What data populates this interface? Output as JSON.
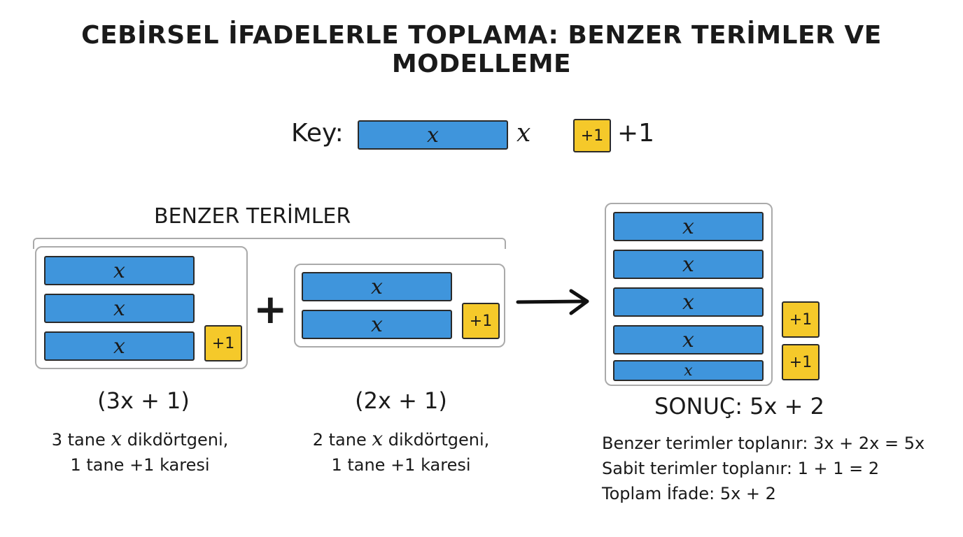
{
  "title": "CEBİRSEL İFADELERLE TOPLAMA: BENZER TERİMLER VE MODELLEME",
  "key": {
    "label": "Key:",
    "x_tile_text": "x",
    "x_meaning": "x",
    "unit_tile_text": "+1",
    "unit_meaning": "+1"
  },
  "tiles": {
    "x": "x",
    "unit": "+1"
  },
  "group_title": "BENZER TERİMLER",
  "plus_sign": "+",
  "left_group": {
    "expression": "(3x + 1)",
    "desc_line1_prefix": "3 tane ",
    "desc_line1_var": "x",
    "desc_line1_suffix": " dikdörtgeni,",
    "desc_line2": "1 tane +1 karesi"
  },
  "right_group": {
    "expression": "(2x + 1)",
    "desc_line1_prefix": "2 tane ",
    "desc_line1_var": "x",
    "desc_line1_suffix": " dikdörtgeni,",
    "desc_line2": "1 tane +1 karesi"
  },
  "result": {
    "label": "SONUÇ: 5x + 2",
    "lines": [
      "Benzer terimler toplanır: 3x + 2x = 5x",
      "Sabit terimler toplanır: 1 + 1 = 2",
      "Toplam İfade: 5x + 2"
    ]
  },
  "colors": {
    "x_tile": "#3f95dc",
    "unit_tile": "#f5c92a",
    "bracket": "#aaaaaa"
  }
}
